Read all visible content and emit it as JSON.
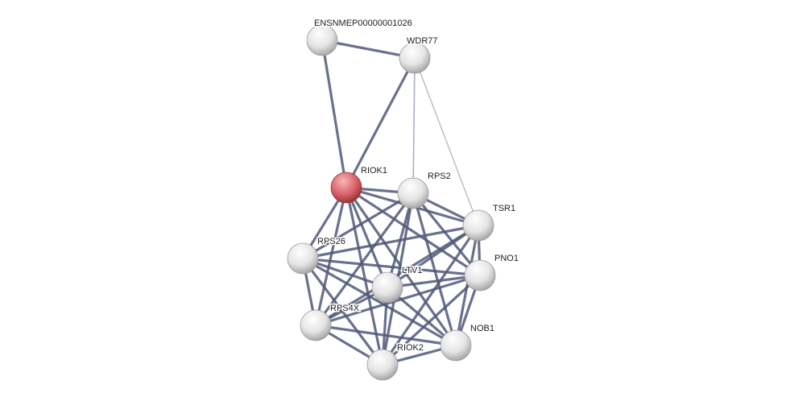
{
  "network": {
    "colors": {
      "node": "#e6e6e6",
      "query_node": "#d9656a",
      "edge": "#4f5878",
      "weak_edge": "#aab0c4"
    },
    "nodes": [
      {
        "id": "ENSNMEP00000001026",
        "label": "ENSNMEP00000001026",
        "query": false
      },
      {
        "id": "WDR77",
        "label": "WDR77",
        "query": false
      },
      {
        "id": "RIOK1",
        "label": "RIOK1",
        "query": true
      },
      {
        "id": "RPS2",
        "label": "RPS2",
        "query": false
      },
      {
        "id": "TSR1",
        "label": "TSR1",
        "query": false
      },
      {
        "id": "RPS26",
        "label": "RPS26",
        "query": false
      },
      {
        "id": "PNO1",
        "label": "PNO1",
        "query": false
      },
      {
        "id": "LTV1",
        "label": "LTV1",
        "query": false
      },
      {
        "id": "RPS4X",
        "label": "RPS4X",
        "query": false
      },
      {
        "id": "NOB1",
        "label": "NOB1",
        "query": false
      },
      {
        "id": "RIOK2",
        "label": "RIOK2",
        "query": false
      }
    ],
    "edges": [
      {
        "source": "ENSNMEP00000001026",
        "target": "WDR77",
        "strength": "strong"
      },
      {
        "source": "ENSNMEP00000001026",
        "target": "RIOK1",
        "strength": "strong"
      },
      {
        "source": "WDR77",
        "target": "RIOK1",
        "strength": "strong"
      },
      {
        "source": "WDR77",
        "target": "RPS2",
        "strength": "weak"
      },
      {
        "source": "WDR77",
        "target": "TSR1",
        "strength": "weaker"
      }
    ],
    "clique": [
      "RIOK1",
      "RPS2",
      "TSR1",
      "RPS26",
      "PNO1",
      "LTV1",
      "RPS4X",
      "NOB1",
      "RIOK2"
    ]
  }
}
